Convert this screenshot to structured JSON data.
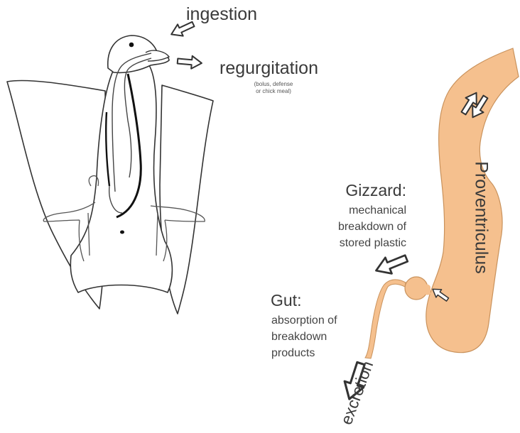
{
  "labels": {
    "ingestion": "ingestion",
    "regurgitation": "regurgitation",
    "regurgitation_note_line1": "(bolus, defense",
    "regurgitation_note_line2": "or chick meal)",
    "gizzard_title": "Gizzard:",
    "gizzard_line1": "mechanical",
    "gizzard_line2": "breakdown of",
    "gizzard_line3": "stored plastic",
    "gut_title": "Gut:",
    "gut_line1": "absorption of",
    "gut_line2": "breakdown",
    "gut_line3": "products",
    "proventriculus": "Proventriculus",
    "excretion": "excretion"
  },
  "colors": {
    "organ_fill": "#f5c08e",
    "organ_stroke": "#c9925c",
    "outline": "#333333",
    "tract": "#111111"
  }
}
